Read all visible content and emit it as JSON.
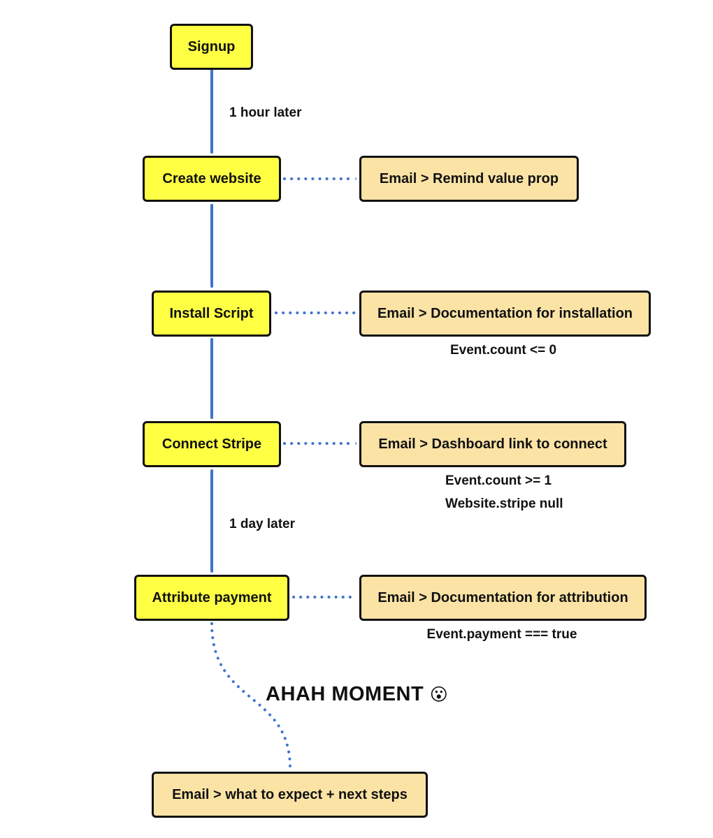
{
  "steps": {
    "signup": "Signup",
    "create_website": "Create website",
    "install_script": "Install Script",
    "connect_stripe": "Connect Stripe",
    "attribute_payment": "Attribute payment"
  },
  "delays": {
    "after_signup": "1 hour later",
    "after_connect_stripe": "1 day later"
  },
  "emails": {
    "remind_value_prop": "Email > Remind value prop",
    "installation_docs": "Email > Documentation for installation",
    "dashboard_link": "Email > Dashboard link to connect",
    "attribution_docs": "Email > Documentation for attribution",
    "next_steps": "Email > what to expect + next steps"
  },
  "conditions": {
    "install_script": [
      "Event.count <= 0"
    ],
    "connect_stripe": [
      "Event.count >= 1",
      "Website.stripe null"
    ],
    "attribute_payment": [
      "Event.payment === true"
    ]
  },
  "milestone": {
    "text": "AHAH MOMENT",
    "emoji": "😮"
  },
  "colors": {
    "step_fill": "#ffff44",
    "email_fill": "#fbe3a6",
    "connector": "#3f74cc",
    "border": "#111111"
  }
}
